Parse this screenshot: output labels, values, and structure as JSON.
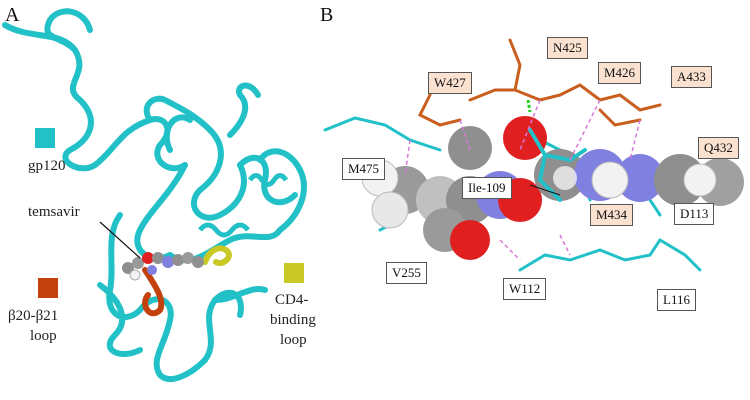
{
  "panels": {
    "a": "A",
    "b": "B"
  },
  "colors": {
    "gp120": "#22c1c8",
    "loop_beta": "#c2410c",
    "cd4_loop": "#c9c925",
    "carbon_sphere": "#8f8f8f",
    "oxygen": "#e02020",
    "nitrogen": "#8080e0",
    "hydrogen": "#f2f2f2",
    "orange_stick": "#c95e1e",
    "label_fill": "#fbe1d0",
    "hbond": "#d678d6"
  },
  "legend": {
    "gp120": "gp120",
    "beta_loop_1": "β20-β21",
    "beta_loop_2": "loop",
    "cd4_1": "CD4-",
    "cd4_2": "binding",
    "cd4_3": "loop"
  },
  "ligand_label": "temsavir",
  "residues_orange": [
    "N425",
    "M426",
    "W427",
    "A433",
    "Q432",
    "M434"
  ],
  "residues_white": [
    "M475",
    "Ile-109",
    "D113",
    "V255",
    "W112",
    "L116"
  ]
}
